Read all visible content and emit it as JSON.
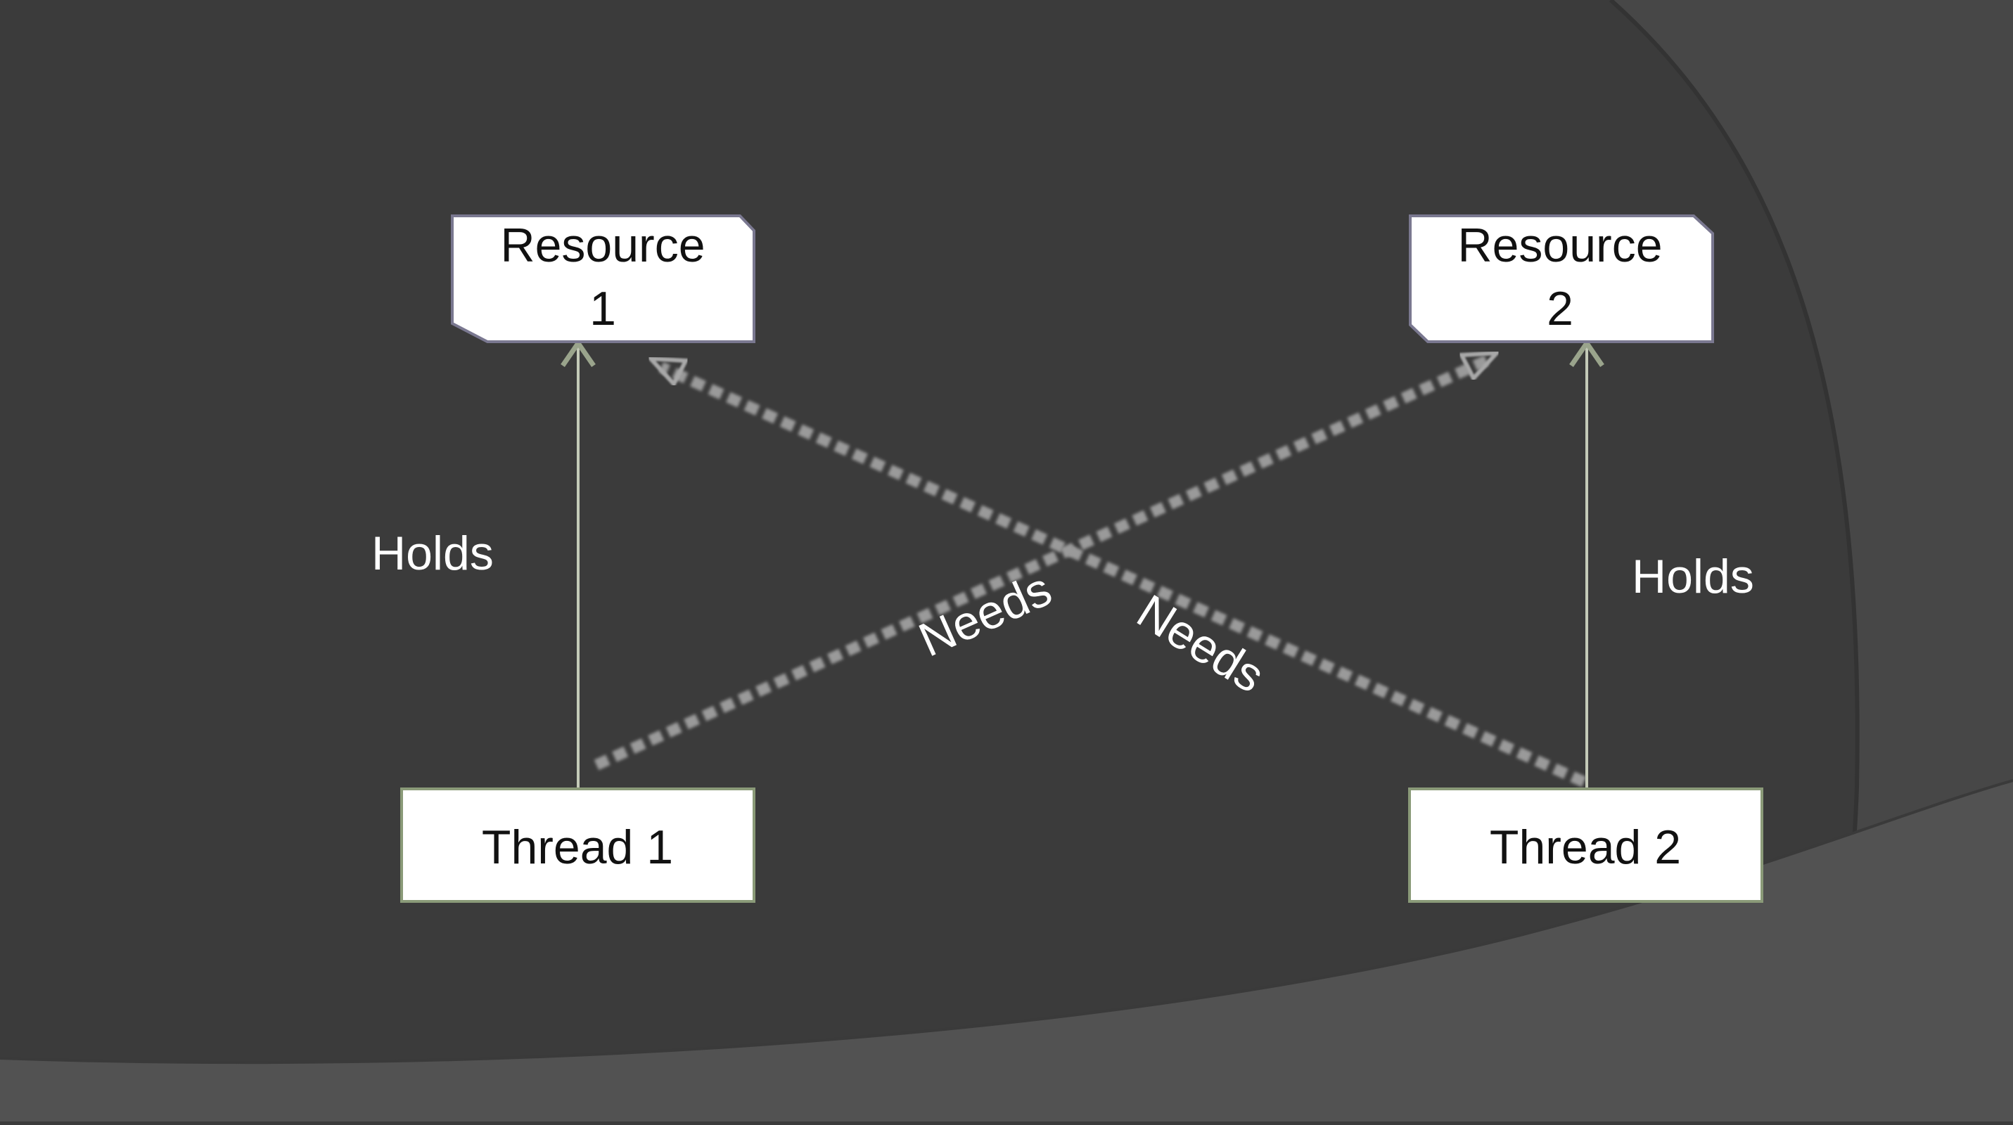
{
  "diagram": {
    "nodes": {
      "resource1": {
        "label_line1": "Resource",
        "label_line2": "1"
      },
      "resource2": {
        "label_line1": "Resource",
        "label_line2": "2"
      },
      "thread1": {
        "label": "Thread 1"
      },
      "thread2": {
        "label": "Thread 2"
      }
    },
    "edges": {
      "thread1_holds_resource1": {
        "label": "Holds"
      },
      "thread2_holds_resource2": {
        "label": "Holds"
      },
      "thread1_needs_resource2": {
        "label": "Needs"
      },
      "thread2_needs_resource1": {
        "label": "Needs"
      }
    }
  },
  "colors": {
    "background": "#3b3b3b",
    "background_swoosh": "#474747",
    "background_bottom": "#525252",
    "node_fill": "#ffffff",
    "resource_border": "#7a7890",
    "thread_border": "#8a9a78",
    "holds_arrow": "#9aa48c",
    "needs_arrow": "#8e8e8e",
    "label_text": "#ffffff",
    "node_text": "#111111"
  }
}
